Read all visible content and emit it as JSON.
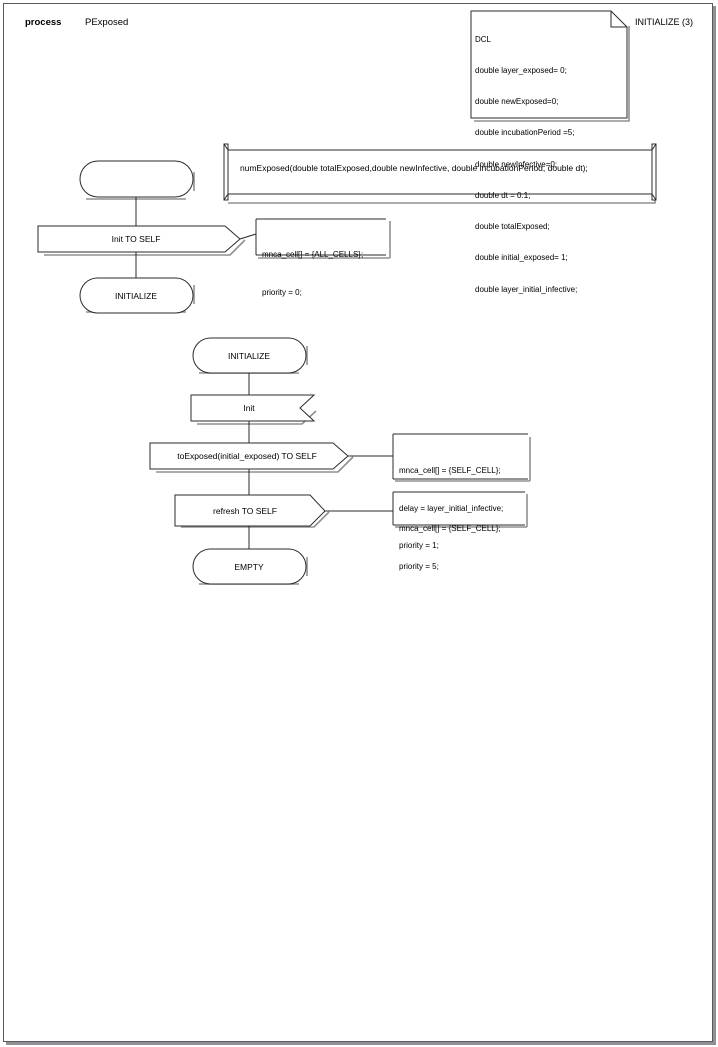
{
  "page": {
    "title_keyword": "process",
    "title_name": "PExposed",
    "top_right_label": "INITIALIZE (3)"
  },
  "declaration_box": {
    "name": "dcl-declaration-box",
    "lines": [
      "DCL",
      "double layer_exposed= 0;",
      "double newExposed=0;",
      "double incubationPeriod =5;",
      "double newInfective=0;",
      "double dt = 0.1;",
      "double totalExposed;",
      "double initial_exposed= 1;",
      "double layer_initial_infective;"
    ]
  },
  "procedure_box": {
    "text": "numExposed(double totalExposed,double newInfective, double incubationPeriod, double dt);"
  },
  "flow_top": {
    "start_state": {
      "label": ""
    },
    "output": {
      "label": "Init TO SELF"
    },
    "next_state": {
      "label": "INITIALIZE"
    },
    "comment": {
      "lines": [
        "mnca_cell[] = {ALL_CELLS};",
        "priority = 0;"
      ]
    }
  },
  "flow_bottom": {
    "state_initialize": {
      "label": "INITIALIZE"
    },
    "input_init": {
      "label": "Init"
    },
    "output_toexposed": {
      "label": "toExposed(initial_exposed) TO SELF"
    },
    "comment_toexposed": {
      "lines": [
        "mnca_cell[] = {SELF_CELL};",
        "delay = layer_initial_infective;",
        "priority = 1;"
      ]
    },
    "output_refresh": {
      "label": "refresh TO SELF"
    },
    "comment_refresh": {
      "lines": [
        "mnca_cell[] = {SELF_CELL};",
        "priority = 5;"
      ]
    },
    "state_empty": {
      "label": "EMPTY"
    }
  },
  "colors": {
    "stroke": "#2b2b2b",
    "shadow": "#8e9095",
    "background": "#ffffff",
    "text": "#000000"
  }
}
